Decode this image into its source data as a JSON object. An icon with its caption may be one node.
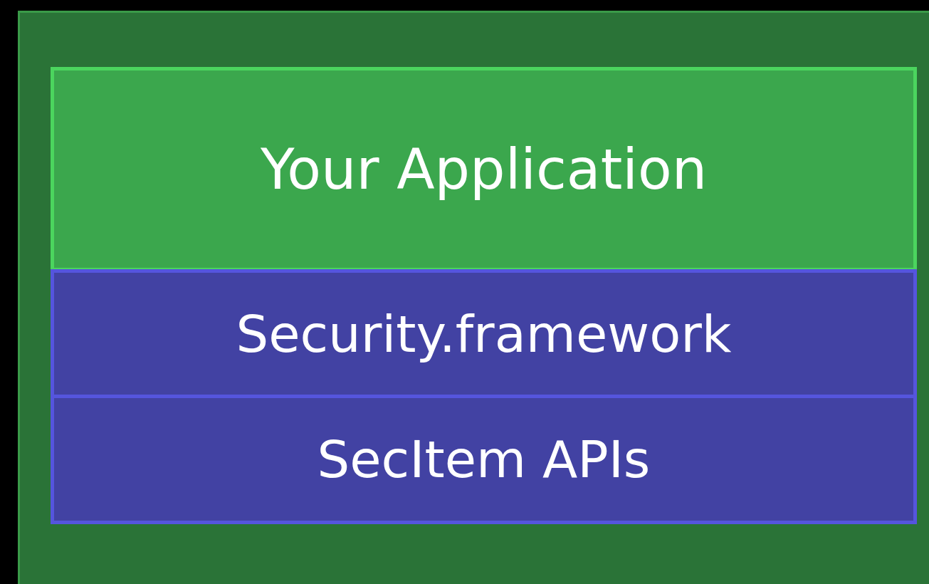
{
  "diagram": {
    "nodes": [
      {
        "text": [],
        "shape": "box"
      },
      {
        "text": [
          "Your Application"
        ],
        "in": 0
      },
      {
        "text": [
          "Security.framework"
        ],
        "in": 0
      },
      {
        "text": [
          "SecItem APIs"
        ],
        "in": 0
      }
    ]
  }
}
